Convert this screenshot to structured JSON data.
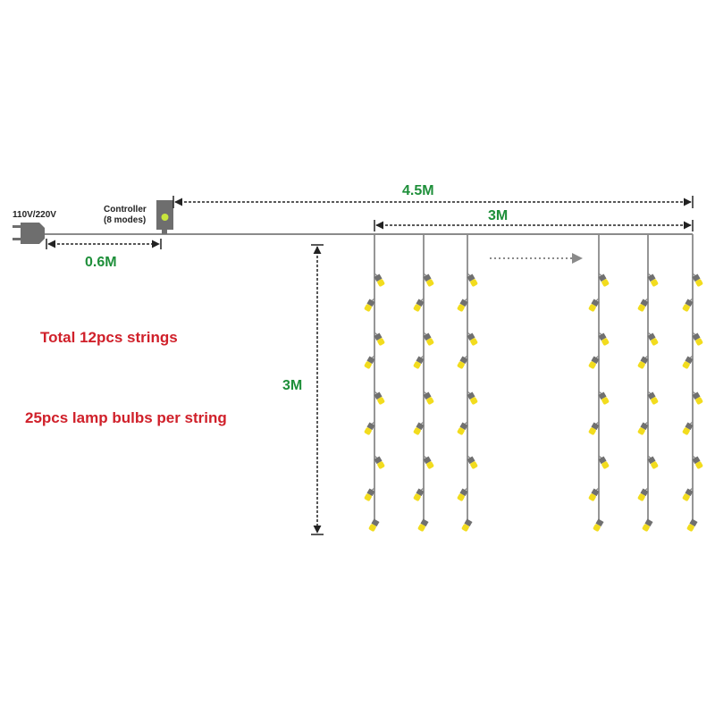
{
  "labels": {
    "voltage": "110V/220V",
    "controller_line1": "Controller",
    "controller_line2": "(8 modes)",
    "cable_length": "0.6M",
    "total_width": "4.5M",
    "string_span": "3M",
    "drop_height": "3M",
    "total_strings": "Total 12pcs strings",
    "bulbs_per_string": "25pcs lamp bulbs per string"
  },
  "colors": {
    "wire": "#8a8a8a",
    "plug": "#6e6e6e",
    "bulb": "#f2dc1e",
    "socket": "#707070",
    "dimension": "#1e8f3a",
    "headline": "#d0202a",
    "caption": "#222222",
    "controller_led": "#c8e63c"
  },
  "icons": {
    "plug": "plug-icon",
    "controller": "controller-icon",
    "bulb": "bulb-icon",
    "continuation_arrow": "arrow-right-icon"
  }
}
